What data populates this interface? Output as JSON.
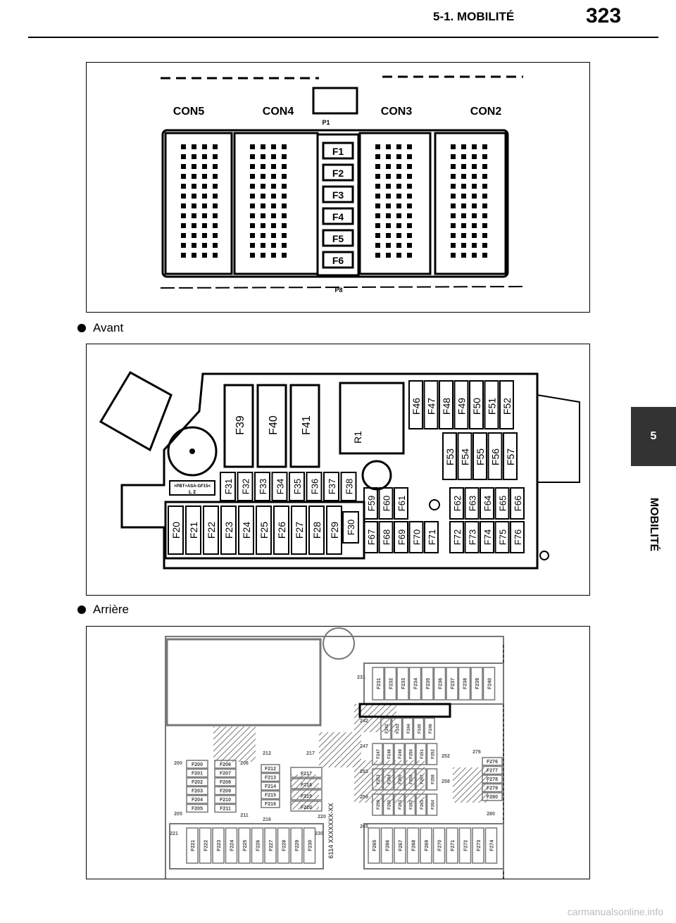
{
  "header": {
    "section_title": "5-1. MOBILITÉ",
    "page_number": "323"
  },
  "side_tab": {
    "chapter_number": "5",
    "chapter_label": "MOBILITÉ"
  },
  "captions": {
    "front": "Avant",
    "rear": "Arrière"
  },
  "figure1": {
    "connectors": [
      "CON5",
      "CON4",
      "CON3",
      "CON2"
    ],
    "fuses": [
      "F1",
      "F2",
      "F3",
      "F4",
      "F5",
      "F6"
    ],
    "top_label": "P1",
    "bottom_label": "P8"
  },
  "figure2": {
    "large_fuses": [
      "F39",
      "F40",
      "F41"
    ],
    "relay": "R1",
    "top_row": [
      "F46",
      "F47",
      "F48",
      "F49",
      "F50",
      "F51",
      "F52"
    ],
    "mid_row": [
      "F53",
      "F54",
      "F55",
      "F56",
      "F57"
    ],
    "row31": [
      "F31",
      "F32",
      "F33",
      "F34",
      "F35",
      "F36",
      "F37",
      "F38"
    ],
    "bottom_row": [
      "F20",
      "F21",
      "F22",
      "F23",
      "F24",
      "F25",
      "F26",
      "F27",
      "F28",
      "F29"
    ],
    "f30": "F30",
    "f59_row": [
      "F59",
      "F60",
      "F61"
    ],
    "f62_row": [
      "F62",
      "F63",
      "F64",
      "F65",
      "F66"
    ],
    "f67_row": [
      "F67",
      "F68",
      "F69",
      "F70",
      "F71"
    ],
    "f72_row": [
      "F72",
      "F73",
      "F74",
      "F75",
      "F76"
    ],
    "label_strip_line1": ">PBT+ASA-GF15<",
    "label_strip_line2": "L 2"
  },
  "figure3": {
    "top_row": [
      "F231",
      "F232",
      "F233",
      "F234",
      "F235",
      "F236",
      "F237",
      "F238",
      "F239",
      "F240"
    ],
    "row242": [
      "F242",
      "F243",
      "F244",
      "F245",
      "F246"
    ],
    "row247": [
      "F247",
      "F248",
      "F249",
      "F250",
      "F251",
      "F252"
    ],
    "row253": [
      "F253",
      "F254",
      "F255",
      "F256",
      "F257",
      "F258"
    ],
    "row259": [
      "F259",
      "F260",
      "F261",
      "F262",
      "F263",
      "F264"
    ],
    "left_col1": [
      "F200",
      "F201",
      "F202",
      "F203",
      "F204",
      "F205"
    ],
    "left_col2": [
      "F206",
      "F207",
      "F208",
      "F209",
      "F210",
      "F211"
    ],
    "mid_col_small": [
      "F212",
      "F213",
      "F214",
      "F215",
      "F216"
    ],
    "mid_col_large": [
      "F217",
      "F218",
      "F219",
      "F220"
    ],
    "right_col": [
      "F276",
      "F277",
      "F278",
      "F279",
      "F280"
    ],
    "bottom_left": [
      "F221",
      "F222",
      "F223",
      "F224",
      "F225",
      "F226",
      "F227",
      "F228",
      "F229",
      "F230"
    ],
    "bottom_right": [
      "F265",
      "F266",
      "F267",
      "F268",
      "F269",
      "F270",
      "F271",
      "F272",
      "F273",
      "F274"
    ],
    "group_labels": [
      "200",
      "205",
      "206",
      "211",
      "212",
      "217",
      "216",
      "220",
      "221",
      "230",
      "231",
      "242",
      "247",
      "253",
      "259",
      "265",
      "276",
      "280",
      "252",
      "258"
    ],
    "part_number": "6114 XXXXXXX-XX"
  },
  "watermark": "carmanualsonline.info"
}
